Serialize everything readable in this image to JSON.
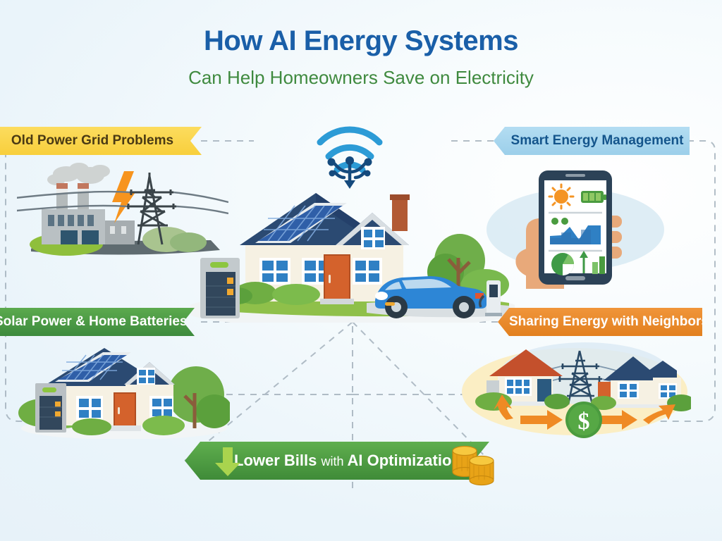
{
  "header": {
    "title": "How AI Energy Systems",
    "subtitle": "Can Help Homeowners Save on Electricity"
  },
  "banners": {
    "top_left": {
      "label": "Old Power Grid Problems",
      "color": "#f8cf3c",
      "text_color": "#4a3a14"
    },
    "top_right": {
      "label": "Smart Energy Management",
      "color": "#9ccfea",
      "text_color": "#14558c"
    },
    "mid_left": {
      "label": "Solar Power & Home Batteries",
      "color": "#3d8a3d",
      "text_color": "#ffffff"
    },
    "mid_right": {
      "label": "Sharing Energy with Neighbors",
      "color": "#e2801f",
      "text_color": "#ffffff"
    },
    "bottom": {
      "label_strong_1": "Lower Bills ",
      "label_light": "with ",
      "label_strong_2": "AI Optimization",
      "color": "#3f8b38",
      "text_color": "#ffffff"
    }
  },
  "scenes": {
    "power_grid": {
      "name": "Old Power Grid Problems",
      "elements": [
        "factory",
        "smokestacks",
        "smoke-clouds",
        "lightning-bolt",
        "transmission-tower",
        "power-lines"
      ]
    },
    "smart_phone": {
      "name": "Smart Energy Management",
      "elements": [
        "hand",
        "smartphone",
        "sun-icon",
        "battery-icon",
        "area-chart",
        "pie-chart",
        "bar-chart",
        "up-arrow"
      ]
    },
    "solar_home": {
      "name": "Solar Power & Home Batteries",
      "elements": [
        "house",
        "solar-panels",
        "home-battery",
        "trees",
        "bushes"
      ]
    },
    "neighbors": {
      "name": "Sharing Energy with Neighbors",
      "elements": [
        "house-left",
        "house-right",
        "transmission-tower",
        "exchange-arrows",
        "dollar-badge"
      ]
    },
    "center": {
      "name": "AI Smart Home Hub",
      "elements": [
        "wifi-ai-icon",
        "house",
        "solar-panels",
        "battery-cabinet",
        "electric-car",
        "ev-charger",
        "trees"
      ]
    }
  },
  "icons": {
    "wifi_ai": "wifi-ai-icon",
    "lightning": "lightning-bolt-icon",
    "dollar": "dollar-sign-icon",
    "down_arrow": "down-arrow-icon",
    "coins": "coin-stack-icon",
    "sun": "sun-icon",
    "battery": "battery-icon"
  },
  "palette": {
    "background": "#eef6fa",
    "title_blue": "#1a5fa8",
    "subtitle_green": "#3f8a3f",
    "roof_navy": "#2b4a72",
    "wall_cream": "#f4efe2",
    "door_orange": "#d4622c",
    "window_blue": "#2f80c4",
    "solar_blue": "#2b62a8",
    "grass_green": "#7fbb3f",
    "car_blue": "#2d86d6",
    "dash_gray": "#9aa8b4"
  }
}
